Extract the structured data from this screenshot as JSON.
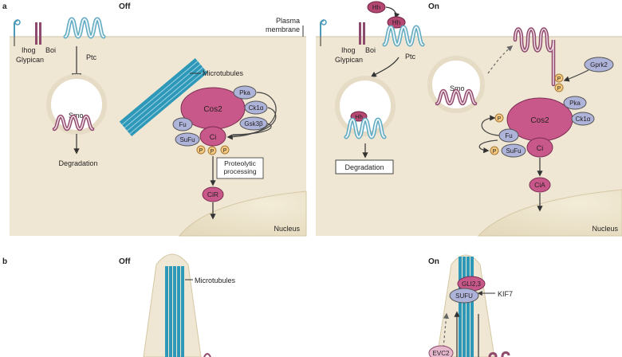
{
  "panel_a": {
    "letter": "a",
    "off": {
      "title": "Off",
      "plasma_membrane": "Plasma membrane",
      "ihog": "Ihog",
      "boi": "Boi",
      "glypican": "Glypican",
      "ptc": "Ptc",
      "smo": "Smo",
      "degradation": "Degradation",
      "microtubules": "Microtubules",
      "cos2": "Cos2",
      "pka": "Pka",
      "ck1": "Ck1α",
      "gsk3": "Gsk3β",
      "fu": "Fu",
      "sufu": "SuFu",
      "ci": "Ci",
      "p": "P",
      "proteolytic": "Proteolytic processing",
      "cir": "CiR",
      "nucleus": "Nucleus"
    },
    "on": {
      "title": "On",
      "hh": "Hh",
      "ihog": "Ihog",
      "boi": "Boi",
      "glypican": "Glypican",
      "ptc": "Ptc",
      "smo": "Smo",
      "degradation": "Degradation",
      "gprk2": "Gprk2",
      "cos2": "Cos2",
      "pka": "Pka",
      "ck1": "Ck1α",
      "fu": "Fu",
      "sufu": "SuFu",
      "ci": "Ci",
      "p": "P",
      "cia": "CiA",
      "nucleus": "Nucleus"
    }
  },
  "panel_b": {
    "letter": "b",
    "off": {
      "title": "Off",
      "microtubules": "Microtubules"
    },
    "on": {
      "title": "On",
      "gli": "GLI2,3",
      "sufu": "SUFU",
      "kif7": "KIF7",
      "evc": "EVC2"
    }
  },
  "colors": {
    "membrane": "#efe6d3",
    "cos2": "#c9588a",
    "blue_protein": "#aeb3d9",
    "hh": "#b54872",
    "smo": "#a05a7c",
    "ptc": "#72b6cc",
    "microtubule": "#2e98b8",
    "phospho": "#f4c87e"
  }
}
